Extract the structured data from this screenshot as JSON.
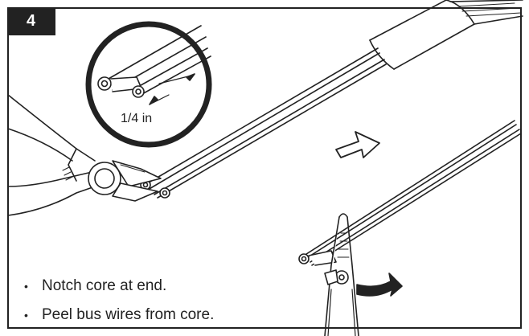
{
  "step": {
    "number": "4"
  },
  "callout": {
    "measurement": "1/4 in"
  },
  "instructions": [
    {
      "text": "Notch core at end."
    },
    {
      "text": "Peel bus wires from core."
    }
  ],
  "colors": {
    "ink": "#222222",
    "frame": "#222222",
    "badge_text": "#ffffff"
  },
  "icons": [
    "diagonal-cutter-icon",
    "needle-nose-pliers-icon",
    "direction-arrow-icon",
    "curved-peel-arrow-icon"
  ]
}
